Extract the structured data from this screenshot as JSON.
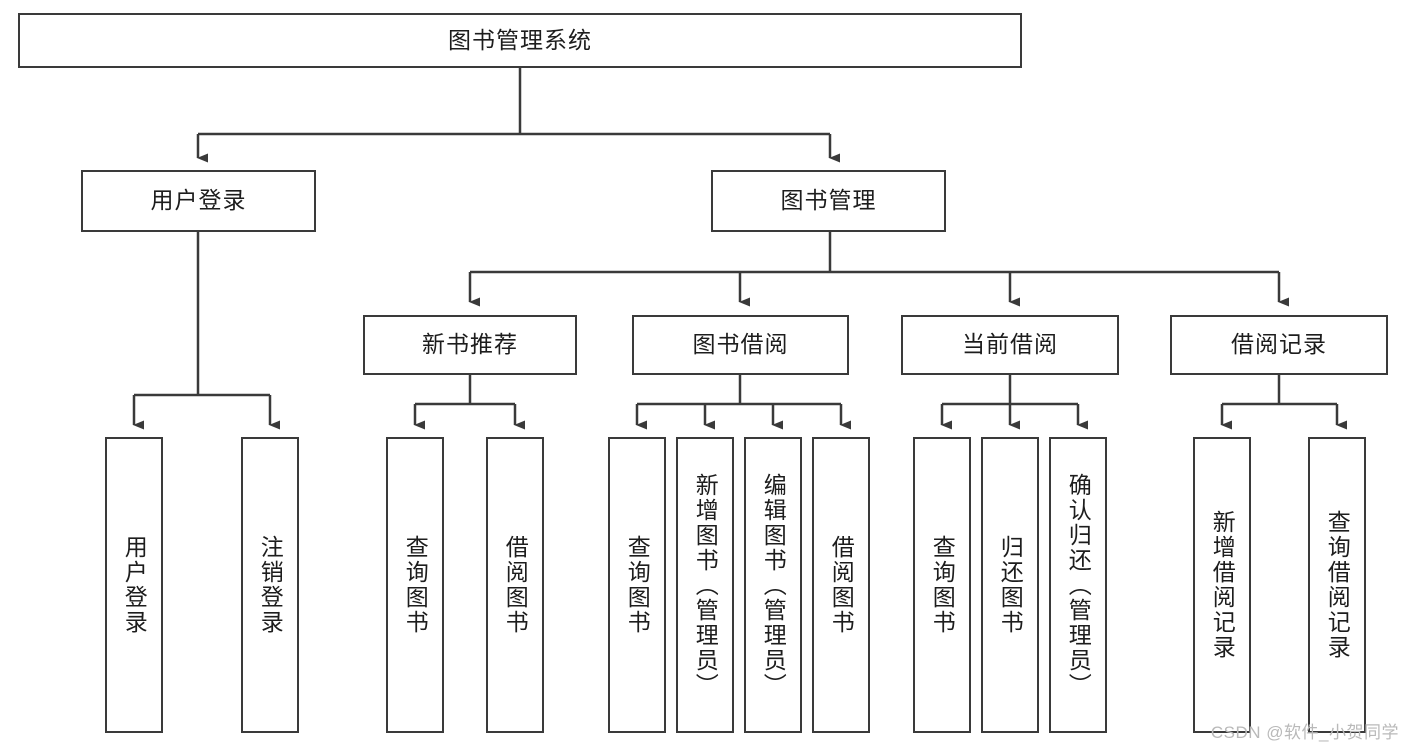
{
  "diagram": {
    "title": "图书管理系统",
    "type": "tree-hierarchy",
    "watermark": "CSDN @软件_小贺同学",
    "colors": {
      "stroke": "#3a3a3a",
      "fill": "#ffffff",
      "text": "#1d1d1d",
      "watermark": "#b9b9b9"
    },
    "root": {
      "label": "图书管理系统"
    },
    "level2": [
      {
        "label": "用户登录"
      },
      {
        "label": "图书管理"
      }
    ],
    "level3": [
      {
        "label": "新书推荐"
      },
      {
        "label": "图书借阅"
      },
      {
        "label": "当前借阅"
      },
      {
        "label": "借阅记录"
      }
    ],
    "leaves": {
      "user_login": [
        {
          "label": "用户登录"
        },
        {
          "label": "注销登录"
        }
      ],
      "new_book_recommend": [
        {
          "label": "查询图书"
        },
        {
          "label": "借阅图书"
        }
      ],
      "book_borrow": [
        {
          "label": "查询图书"
        },
        {
          "label": "新增图书（管理员）"
        },
        {
          "label": "编辑图书（管理员）"
        },
        {
          "label": "借阅图书"
        }
      ],
      "current_borrow": [
        {
          "label": "查询图书"
        },
        {
          "label": "归还图书"
        },
        {
          "label": "确认归还（管理员）"
        }
      ],
      "borrow_record": [
        {
          "label": "新增借阅记录"
        },
        {
          "label": "查询借阅记录"
        }
      ]
    }
  }
}
